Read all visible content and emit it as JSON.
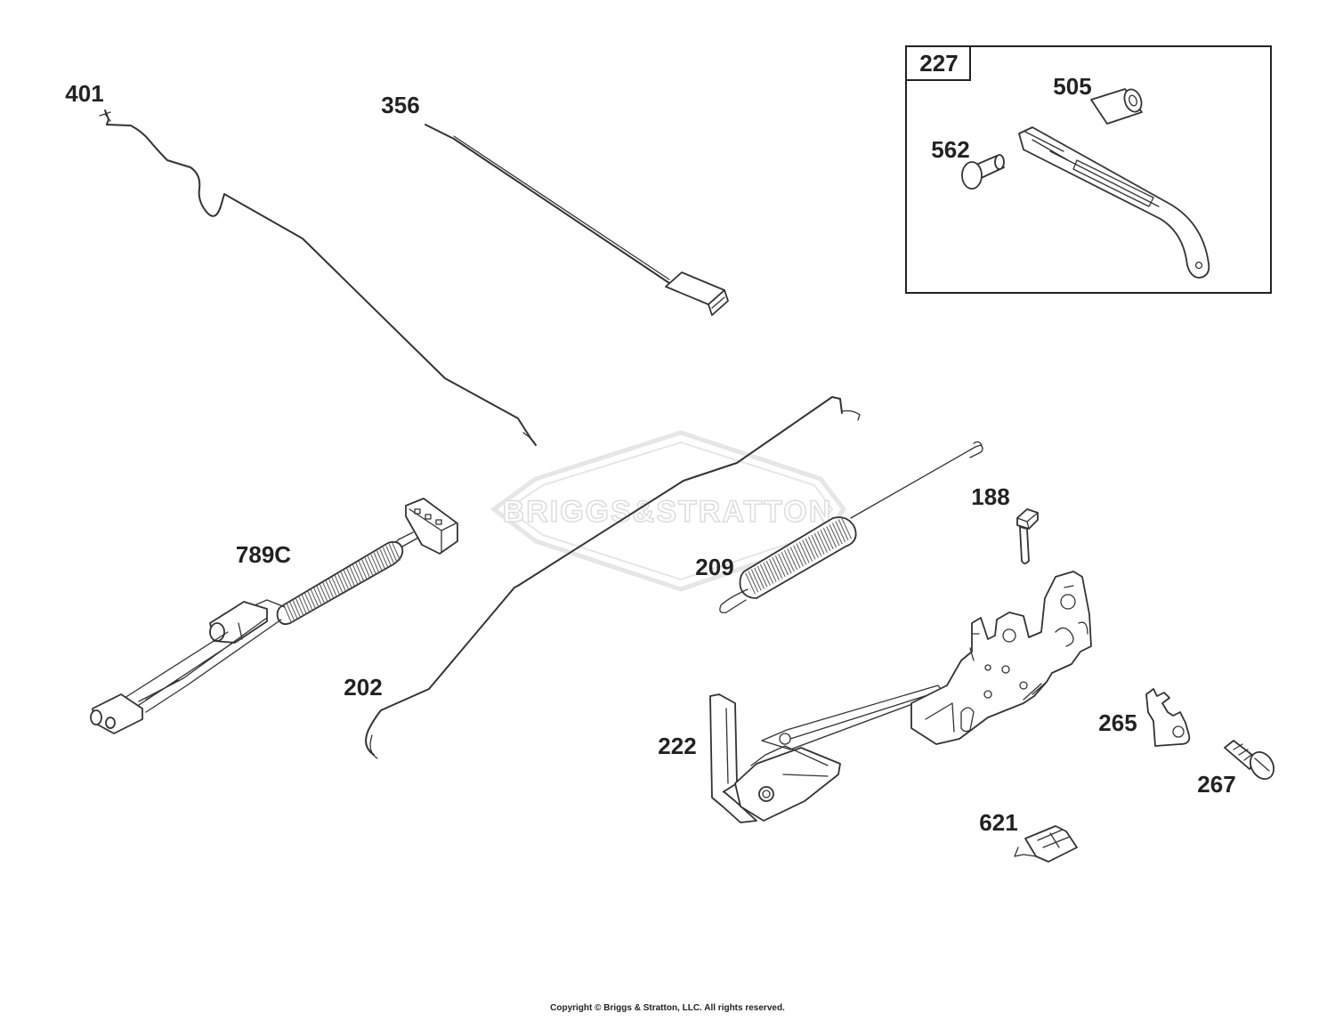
{
  "watermark": {
    "logo_text": "BRIGGS&STRATTON"
  },
  "inset": {
    "label": "227"
  },
  "parts": {
    "p401": "401",
    "p356": "356",
    "p505": "505",
    "p562": "562",
    "p188": "188",
    "p789C": "789C",
    "p209": "209",
    "p202": "202",
    "p222": "222",
    "p265": "265",
    "p267": "267",
    "p621": "621"
  },
  "footer": {
    "copyright": "Copyright © Briggs & Stratton, LLC. All rights reserved."
  }
}
